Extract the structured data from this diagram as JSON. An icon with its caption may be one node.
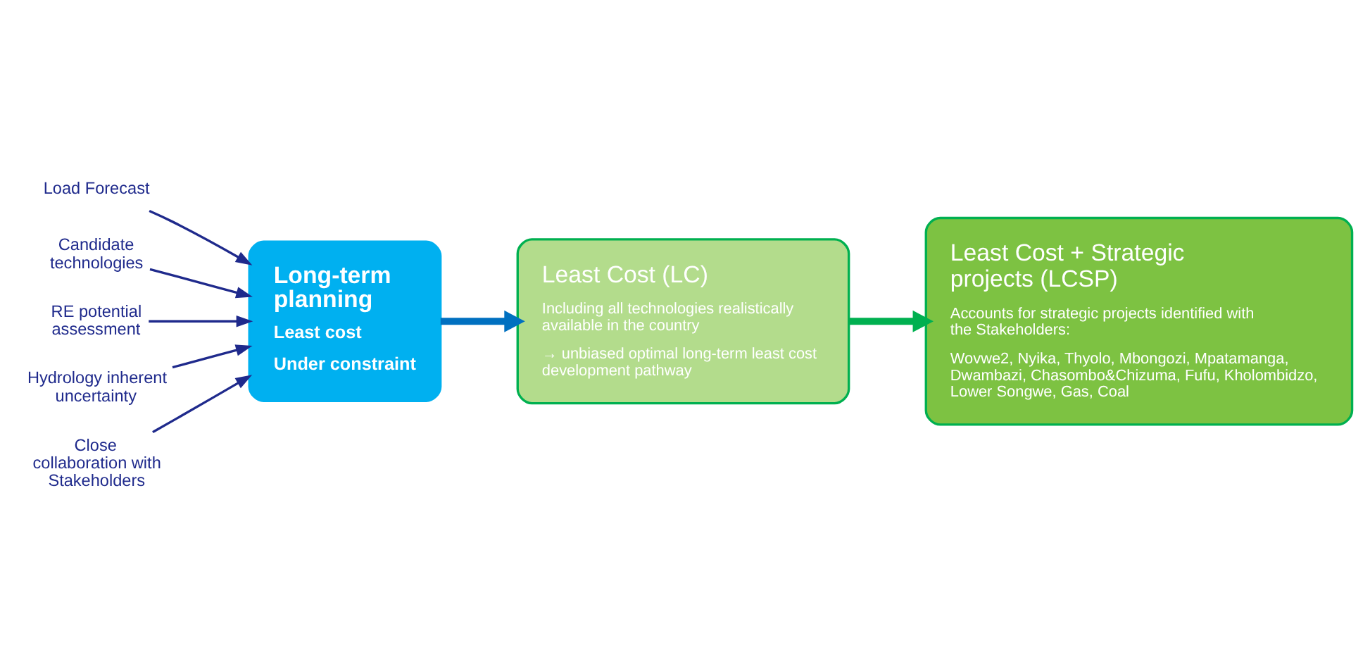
{
  "diagram": {
    "nodes": [
      {
        "text": [
          "Load Forecast"
        ]
      },
      {
        "text": [
          "Candidate technologies"
        ]
      },
      {
        "text": [
          "RE potential assessment"
        ]
      },
      {
        "text": [
          "Hydrology inherent uncertainty"
        ]
      },
      {
        "text": [
          "Close collaboration with Stakeholders"
        ]
      },
      {
        "text": [
          "Long-term planning",
          "Least cost",
          "Under constraint"
        ]
      },
      {
        "text": [
          "Least Cost (LC)",
          "Including all technologies realistically available in the country",
          "→ unbiased optimal long-term least cost development pathway"
        ]
      },
      {
        "text": [
          "Least Cost + Strategic projects (LCSP)",
          "Accounts for strategic projects identified with the Stakeholders:",
          "Wovwe2, Nyika, Thyolo, Mbongozi, Mpatamanga, Dwambazi, Chasombo&Chizuma, Fufu, Kholombidzo, Lower Songwe, Gas, Coal"
        ]
      }
    ],
    "edges": [
      {
        "from": 0,
        "to": 5,
        "arrow": "to"
      },
      {
        "from": 1,
        "to": 5,
        "arrow": "to"
      },
      {
        "from": 2,
        "to": 5,
        "arrow": "to"
      },
      {
        "from": 3,
        "to": 5,
        "arrow": "to"
      },
      {
        "from": 4,
        "to": 5,
        "arrow": "to"
      },
      {
        "from": 5,
        "to": 6,
        "arrow": "to",
        "style": "thick",
        "color": "#0070c0"
      },
      {
        "from": 6,
        "to": 7,
        "arrow": "to",
        "style": "thick",
        "color": "#00b050"
      }
    ]
  }
}
